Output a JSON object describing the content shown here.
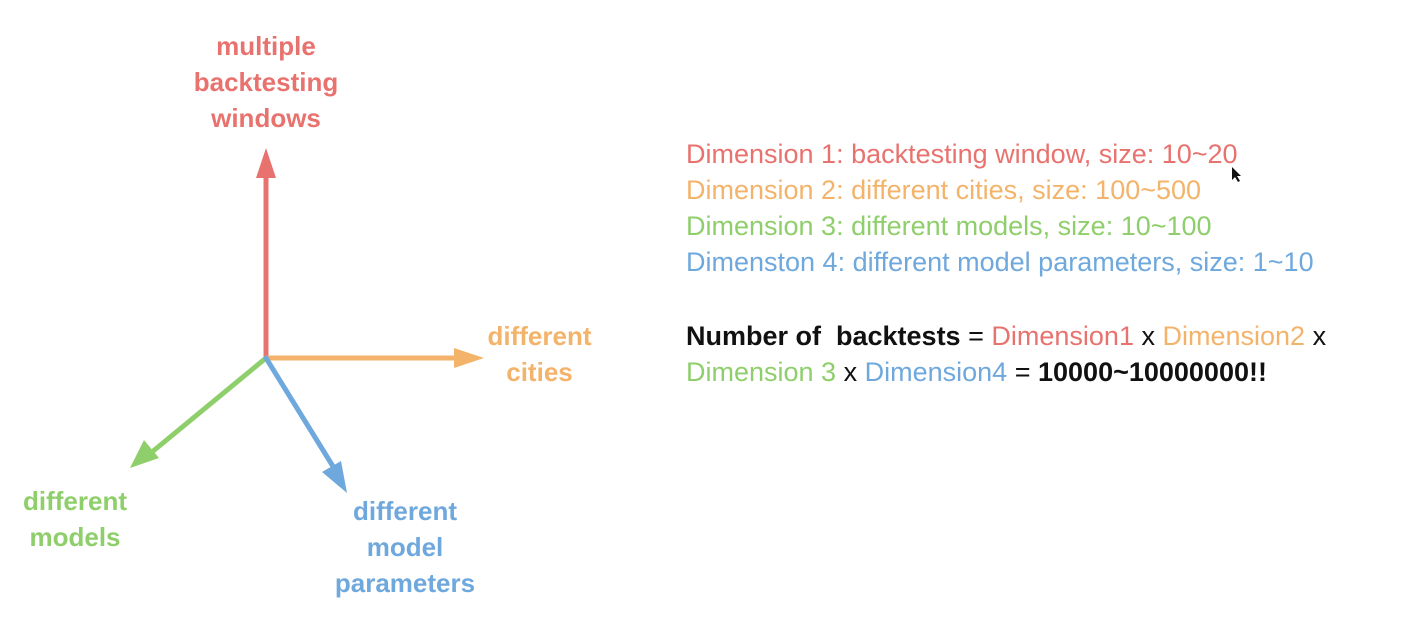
{
  "diagram": {
    "axes": [
      {
        "id": "windows",
        "label_lines": [
          "multiple",
          "backtesting",
          "windows"
        ],
        "color": "#e8726e"
      },
      {
        "id": "cities",
        "label_lines": [
          "different",
          "cities"
        ],
        "color": "#f4b36a"
      },
      {
        "id": "models",
        "label_lines": [
          "different",
          "models"
        ],
        "color": "#8fcf6b"
      },
      {
        "id": "params",
        "label_lines": [
          "different",
          "model",
          "parameters"
        ],
        "color": "#6fa8dc"
      }
    ]
  },
  "dimensions": [
    {
      "text": "Dimension 1: backtesting window, size: 10~20",
      "color": "#e8726e"
    },
    {
      "text": "Dimension 2: different cities, size: 100~500",
      "color": "#f4b36a"
    },
    {
      "text": "Dimension 3: different models, size: 10~100",
      "color": "#8fcf6b"
    },
    {
      "text": "Dimenston 4: different model parameters, size: 1~10",
      "color": "#6fa8dc"
    }
  ],
  "formula": {
    "lead": "Number of  backtests",
    "equals": "=",
    "times": "x",
    "dim1": "Dimension1",
    "dim2": "Dimension2",
    "dim3": "Dimension 3",
    "dim4": "Dimension4",
    "result": "10000~10000000!!"
  }
}
